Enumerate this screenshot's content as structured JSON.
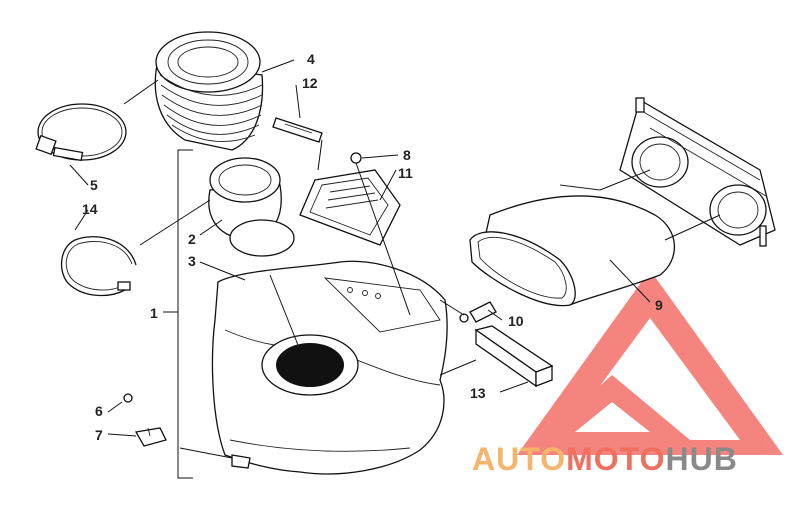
{
  "callouts": [
    {
      "id": "1",
      "text": "1"
    },
    {
      "id": "2",
      "text": "2"
    },
    {
      "id": "3",
      "text": "3"
    },
    {
      "id": "4",
      "text": "4"
    },
    {
      "id": "5",
      "text": "5"
    },
    {
      "id": "6",
      "text": "6"
    },
    {
      "id": "7",
      "text": "7"
    },
    {
      "id": "8",
      "text": "8"
    },
    {
      "id": "9",
      "text": "9"
    },
    {
      "id": "10",
      "text": "10"
    },
    {
      "id": "11",
      "text": "11"
    },
    {
      "id": "12",
      "text": "12"
    },
    {
      "id": "13",
      "text": "13"
    },
    {
      "id": "14",
      "text": "14"
    }
  ],
  "watermark": {
    "part1": "AUTO",
    "part2": "MOTO",
    "part3": "HUB",
    "color_orange": "#f5b56a",
    "color_red": "#f07060",
    "color_gray": "#8a8a8a",
    "logo_color": "#f25c54"
  }
}
